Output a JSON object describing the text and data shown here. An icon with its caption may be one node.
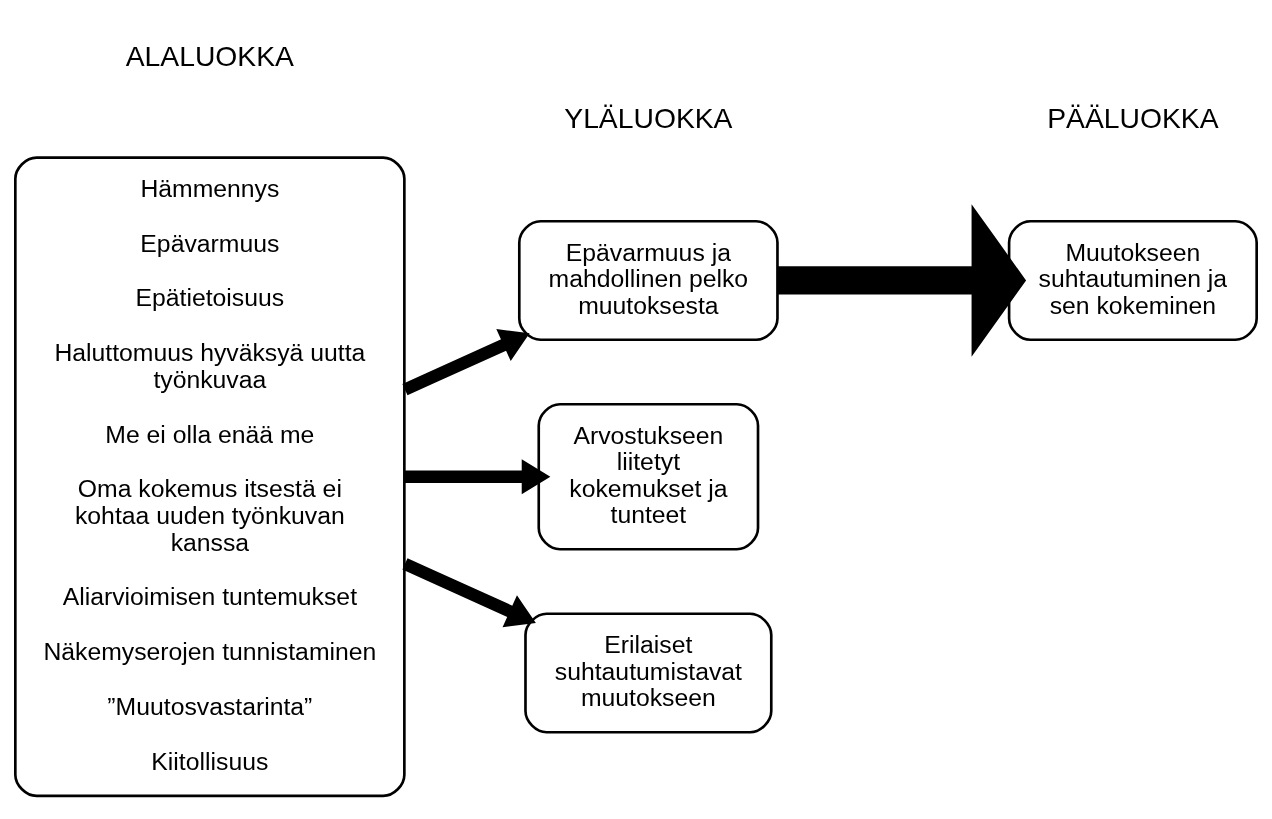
{
  "diagram": {
    "nodes": [
      {
        "text": [
          "Hämmennys",
          "Epävarmuus",
          "Epätietoisuus",
          "Haluttomuus hyväksyä uutta työnkuvaa",
          "Me ei olla enää me",
          "Oma kokemus itsestä ei kohtaa uuden työnkuvan kanssa",
          "Aliarvioimisen tuntemukset",
          "Näkemyserojen tunnistaminen",
          "”Muutosvastarinta”",
          "Kiitollisuus"
        ]
      },
      {
        "text": [
          "Epävarmuus ja mahdollinen pelko muutoksesta"
        ]
      },
      {
        "text": [
          "Arvostukseen liitetyt kokemukset ja tunteet"
        ]
      },
      {
        "text": [
          "Erilaiset suhtautumistavat muutokseen"
        ]
      },
      {
        "text": [
          "Muutokseen suhtautuminen ja sen kokeminen"
        ]
      }
    ],
    "edges": [
      {
        "from": 0,
        "to": 1,
        "arrow": "to"
      },
      {
        "from": 0,
        "to": 2,
        "arrow": "to"
      },
      {
        "from": 0,
        "to": 3,
        "arrow": "to"
      },
      {
        "from": 1,
        "to": 4,
        "arrow": "to",
        "style": "thick"
      }
    ],
    "labels": [
      "ALALUOKKA",
      "YLÄLUOKKA",
      "PÄÄLUOKKA"
    ]
  }
}
